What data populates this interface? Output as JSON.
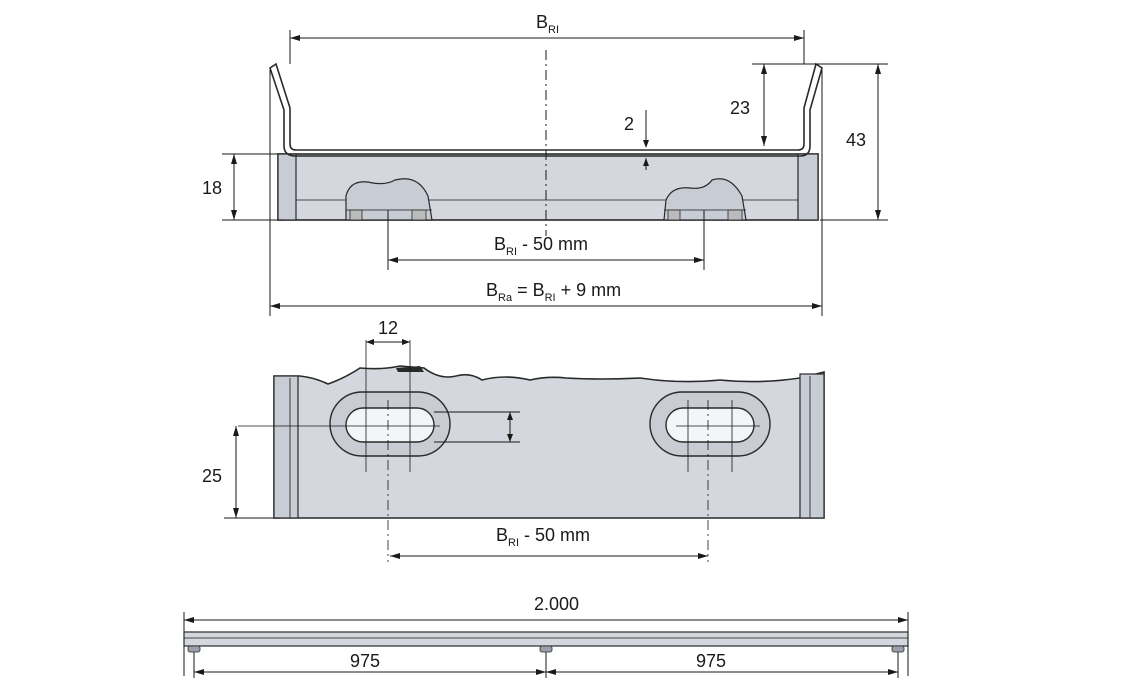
{
  "dimensions": {
    "bri": {
      "main": "B",
      "sub": "RI"
    },
    "bri_minus_50_top": {
      "main": "B",
      "sub": "RI",
      "suffix": " - 50 mm"
    },
    "bra_formula": {
      "main": "B",
      "sub": "Ra",
      "mid": " = B",
      "sub2": "RI",
      "suffix": " + 9 mm"
    },
    "thickness": "2",
    "height_23": "23",
    "height_43": "43",
    "height_18": "18",
    "slot_12": "12",
    "height_25": "25",
    "bri_minus_50_bottom": {
      "main": "B",
      "sub": "RI",
      "suffix": " - 50 mm"
    },
    "total_length": "2.000",
    "segment_left": "975",
    "segment_right": "975"
  },
  "colors": {
    "plate": "#d4d7de",
    "lines": "#1a1a1a"
  }
}
